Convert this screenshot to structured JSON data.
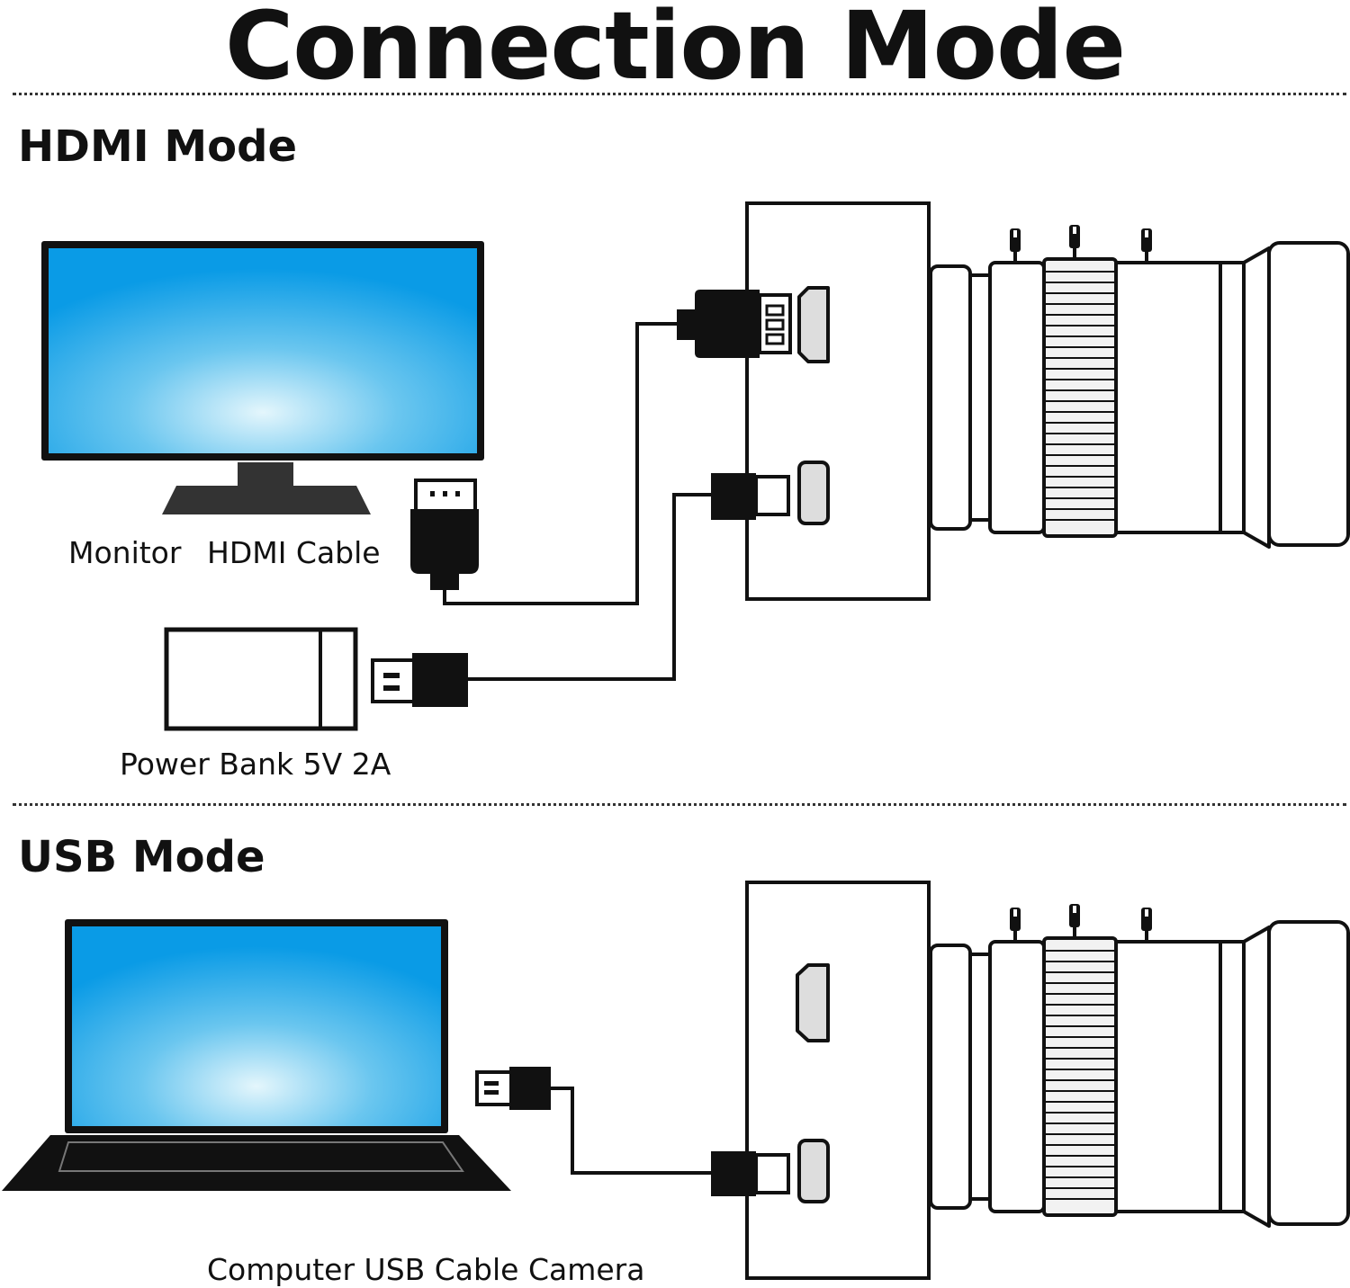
{
  "title": "Connection Mode",
  "hdmi_section": {
    "heading": "HDMI Mode",
    "monitor_label": "Monitor",
    "hdmi_cable_label": "HDMI Cable",
    "power_bank_label": "Power Bank 5V 2A"
  },
  "usb_section": {
    "heading": "USB Mode",
    "caption": "Computer USB Cable Camera"
  },
  "colors": {
    "screen_blue": "#0a9be6",
    "screen_glow": "#dff3fb",
    "line": "#111111"
  }
}
